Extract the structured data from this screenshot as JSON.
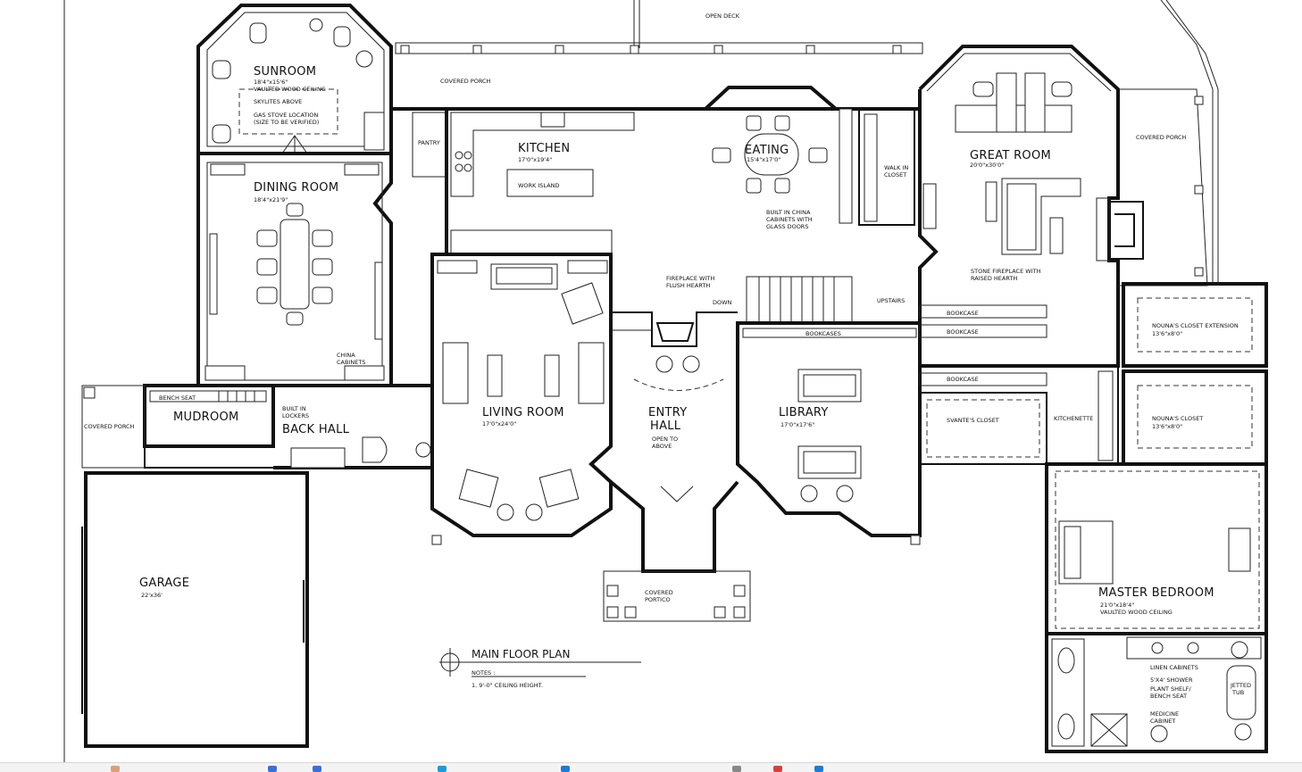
{
  "rooms": {
    "sunroom": {
      "name": "SUNROOM",
      "dim": "18'4\"x15'6\"",
      "note1": "VAULTED WOOD CEILING",
      "note2": "SKYLITES ABOVE",
      "note3": "GAS STOVE LOCATION",
      "note4": "(SIZE TO BE VERIFIED)"
    },
    "dining": {
      "name": "DINING ROOM",
      "dim": "18'4\"x21'9\"",
      "cabinets": [
        "CHINA",
        "CABINETS"
      ]
    },
    "kitchen": {
      "name": "KITCHEN",
      "dim": "17'0\"x19'4\"",
      "island": "WORK ISLAND"
    },
    "pantry": "PANTRY",
    "eating": {
      "name": "EATING",
      "dim": "15'4\"x17'0\""
    },
    "china_note": [
      "BUILT IN CHINA",
      "CABINETS WITH",
      "GLASS DOORS"
    ],
    "walkin": [
      "WALK IN",
      "CLOSET"
    ],
    "great": {
      "name": "GREAT ROOM",
      "dim": "20'0\"x30'0\""
    },
    "stone_fp": [
      "STONE FIREPLACE WITH",
      "RAISED HEARTH"
    ],
    "living": {
      "name": "LIVING ROOM",
      "dim": "17'0\"x24'0\""
    },
    "fireplace_note": [
      "FIREPLACE WITH",
      "FLUSH HEARTH"
    ],
    "entry": {
      "line1": "ENTRY",
      "line2": "HALL",
      "sub1": "OPEN TO",
      "sub2": "ABOVE"
    },
    "library": {
      "name": "LIBRARY",
      "dim": "17'0\"x17'6\""
    },
    "mudroom": "MUDROOM",
    "bench": "BENCH SEAT",
    "lockers": [
      "BUILT IN",
      "LOCKERS"
    ],
    "backhall": "BACK HALL",
    "garage": {
      "name": "GARAGE",
      "dim": "22'x36'"
    },
    "portico": [
      "COVERED",
      "PORTICO"
    ],
    "down": "DOWN",
    "upstairs": "UPSTAIRS",
    "bookcase": "BOOKCASE",
    "bookcases": "BOOKCASES",
    "svante": "SVANTE'S CLOSET",
    "kitchenette": "KITCHENETTE",
    "nouna_ext": {
      "name": "NOUNA'S CLOSET EXTENSION",
      "dim": "13'6\"x8'0\""
    },
    "nouna": {
      "name": "NOUNA'S CLOSET",
      "dim": "13'6\"x8'0\""
    },
    "master": {
      "name": "MASTER BEDROOM",
      "dim": "21'0\"x18'4\"",
      "note": "VAULTED WOOD CEILING"
    },
    "linen": "LINEN CABINETS",
    "shower": [
      "5'X4' SHOWER",
      "PLANT SHELF/",
      "BENCH SEAT"
    ],
    "medicine": [
      "MEDICINE",
      "CABINET"
    ],
    "tub": [
      "JETTED",
      "TUB"
    ]
  },
  "exterior": {
    "open_deck": "OPEN DECK",
    "covered_porch_top": "COVERED PORCH",
    "covered_porch_right": "COVERED PORCH",
    "covered_porch_left": "COVERED PORCH"
  },
  "title": {
    "main": "MAIN FLOOR PLAN",
    "notes_label": "NOTES :",
    "note1": "1. 9'-0\" CEILING HEIGHT."
  },
  "icons": [
    "plant-icon",
    "chair-icon",
    "window-icon"
  ]
}
